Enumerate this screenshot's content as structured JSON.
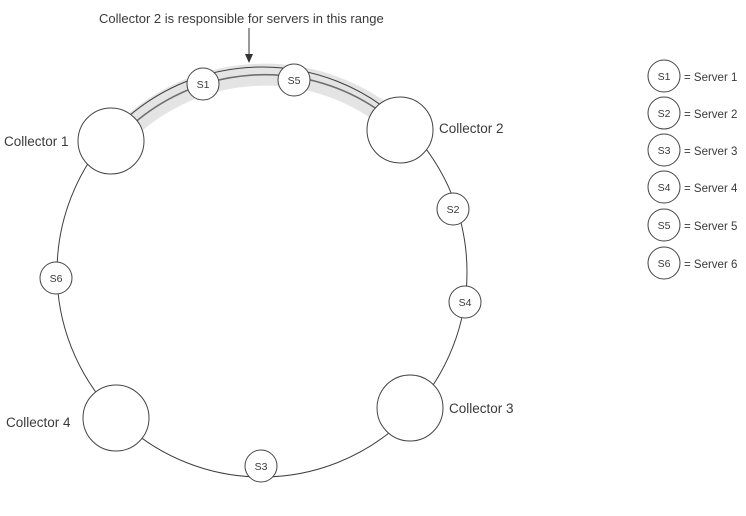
{
  "annotation": {
    "text": "Collector 2 is responsible for servers in this range"
  },
  "collectors": [
    {
      "id": "c1",
      "label": "Collector 1"
    },
    {
      "id": "c2",
      "label": "Collector 2"
    },
    {
      "id": "c3",
      "label": "Collector 3"
    },
    {
      "id": "c4",
      "label": "Collector 4"
    }
  ],
  "servers": [
    {
      "id": "s1",
      "label": "S1"
    },
    {
      "id": "s5",
      "label": "S5"
    },
    {
      "id": "s2",
      "label": "S2"
    },
    {
      "id": "s4",
      "label": "S4"
    },
    {
      "id": "s3",
      "label": "S3"
    },
    {
      "id": "s6",
      "label": "S6"
    }
  ],
  "legend": [
    {
      "code": "S1",
      "text": "= Server 1"
    },
    {
      "code": "S2",
      "text": "= Server 2"
    },
    {
      "code": "S3",
      "text": "= Server 3"
    },
    {
      "code": "S4",
      "text": "= Server 4"
    },
    {
      "code": "S5",
      "text": "= Server 5"
    },
    {
      "code": "S6",
      "text": "= Server 6"
    }
  ],
  "colors": {
    "ring": "#3f3f3f",
    "range_highlight": "#e4e4e4",
    "text": "#3a3a3a"
  }
}
